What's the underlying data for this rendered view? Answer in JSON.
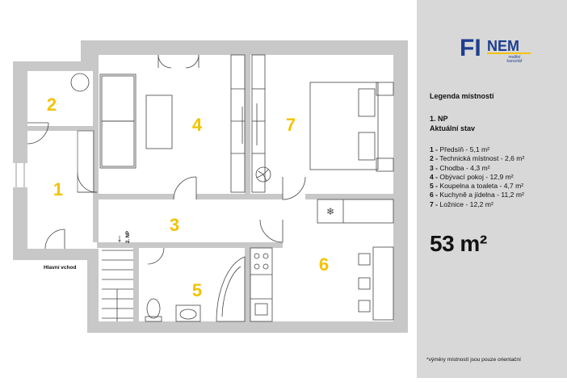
{
  "brand": {
    "logo_main": "FI",
    "logo_accent": "NEM",
    "logo_sub1": "realitní",
    "logo_sub2": "kancelář",
    "color_blue": "#1e3f8f",
    "color_yellow": "#f3c300"
  },
  "legend": {
    "title": "Legenda místností",
    "floor": "1. NP",
    "state": "Aktuální stav",
    "rooms": [
      {
        "num": "1 -",
        "text": " Předsíň - 5,1 m²"
      },
      {
        "num": "2 -",
        "text": " Technická místnost - 2,6 m²"
      },
      {
        "num": "3 -",
        "text": " Chodba - 4,3 m²"
      },
      {
        "num": "4 -",
        "text": " Obývací pokoj - 12,9 m²"
      },
      {
        "num": "5 -",
        "text": " Koupelna a toaleta - 4,7 m²"
      },
      {
        "num": "6 -",
        "text": " Kuchyně a jídelna - 11,2 m²"
      },
      {
        "num": "7 -",
        "text": " Ložnice - 12,2 m²"
      }
    ],
    "total_area": "53 m²",
    "note": "*výměry místností jsou pouze orientační"
  },
  "plan": {
    "room_numbers": [
      "1",
      "2",
      "3",
      "4",
      "5",
      "6",
      "7"
    ],
    "entrance_label": "Hlavní vchod",
    "stairs_label": "2. NP",
    "stairs_arrow": "↓",
    "number_color": "#f3c300",
    "wall_color": "#c8c8c8"
  }
}
